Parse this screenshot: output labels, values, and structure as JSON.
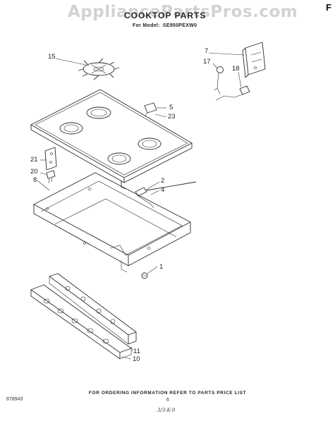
{
  "watermark": "AppliancePartsPros.com",
  "title": "COOKTOP PARTS",
  "model": {
    "prefix": "For Model:",
    "number": "SE950PEXW0"
  },
  "corner_mark": "F",
  "callouts": {
    "c15": "15",
    "c7": "7",
    "c17": "17",
    "c18": "18",
    "c5": "5",
    "c23": "23",
    "c21": "21",
    "c20": "20",
    "c8": "8",
    "c2": "2",
    "c4": "4",
    "c1": "1",
    "c11": "11",
    "c10": "10"
  },
  "footer": {
    "note": "FOR ORDERING INFORMATION REFER TO PARTS PRICE LIST",
    "doc_number": "878943",
    "page_number": "6",
    "date_stamp": "3/3-K-9"
  }
}
